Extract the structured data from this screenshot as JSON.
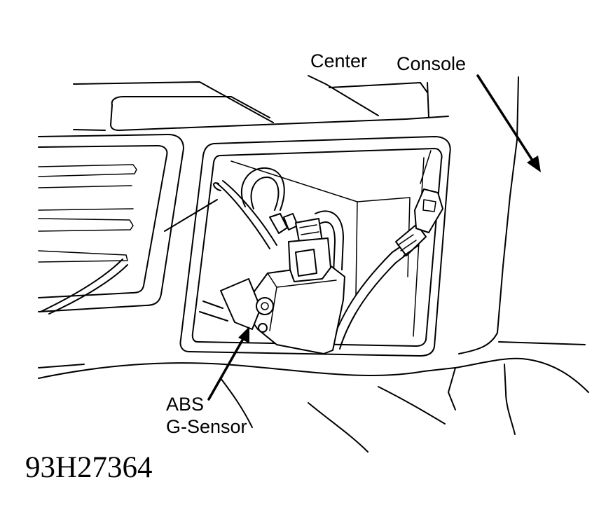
{
  "labels": {
    "center": "Center",
    "console": "Console",
    "abs": "ABS",
    "g_sensor": "G-Sensor"
  },
  "figure_id": "93H27364",
  "colors": {
    "ink": "#000000",
    "paper": "#ffffff"
  }
}
